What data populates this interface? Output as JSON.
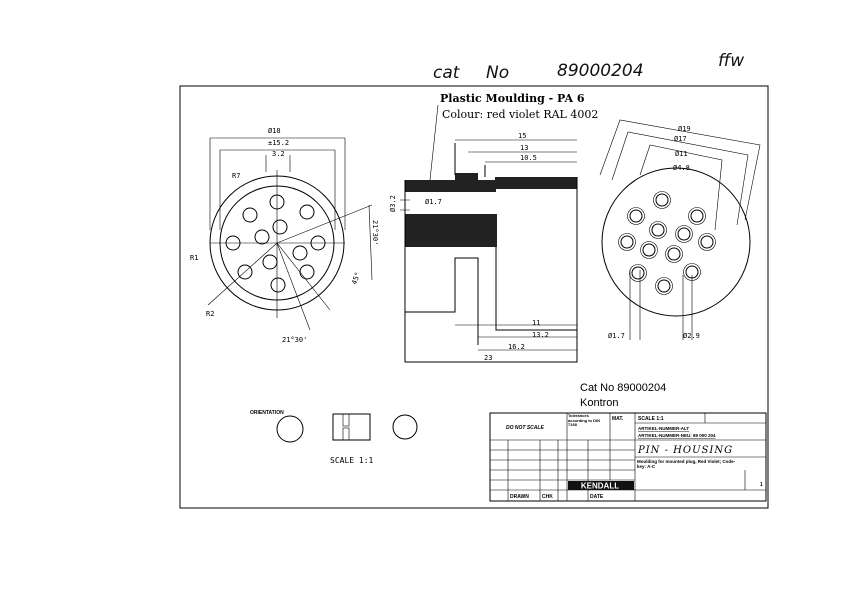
{
  "handwritten": {
    "cat_label": "cat",
    "no_label": "No",
    "number": "89000204",
    "initials": "ffw"
  },
  "material": {
    "line1": "Plastic Moulding - PA 6",
    "line2": "Colour: red violet RAL 4002"
  },
  "front_view": {
    "dims": [
      "Ø18",
      "±15.2",
      "3.2",
      "R7",
      "R1",
      "R2",
      "21°30'",
      "45°",
      "21°30'"
    ]
  },
  "section_view": {
    "dims": [
      "15",
      "13",
      "10.5",
      "Ø1.7",
      "Ø3.2",
      "11",
      "13.2",
      "16.2",
      "23"
    ]
  },
  "rear_view": {
    "dims": [
      "Ø19",
      "Ø17",
      "Ø11",
      "Ø4.8",
      "Ø1.7",
      "Ø2.9"
    ]
  },
  "small_views": {
    "label": "ORIENTATION",
    "scale": "SCALE 1:1"
  },
  "stamp": {
    "cat_no": "Cat No 89000204",
    "company": "Kontron"
  },
  "title_block": {
    "do_not_scale": "DO NOT SCALE",
    "tolerance": "Tolerances according to DIN 7168",
    "material_cell": "MAT.",
    "scale": "SCALE 1:1",
    "sheet": "1",
    "article_no_old": "ARTIKEL-NUMMER-ALT",
    "article_no_new": "ARTIKEL-NUMMER-NEU: 89 000 204",
    "title": "PIN - HOUSING",
    "description": "Moulding for mounted plug, Red Violet; Code-key: A-C",
    "logo": "KENDALL",
    "drawn": "DRAWN",
    "checked": "CHK",
    "date": "DATE"
  }
}
